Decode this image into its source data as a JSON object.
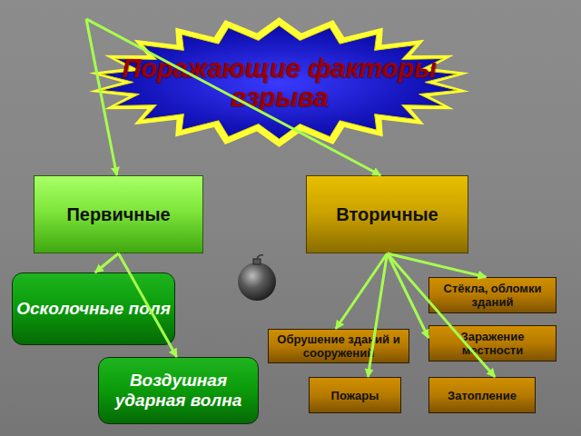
{
  "diagram": {
    "nodes": [
      {
        "text": [
          "Поражающие факторы взрыва"
        ]
      },
      {
        "text": [
          "Первичные"
        ]
      },
      {
        "text": [
          "Вторичные"
        ]
      },
      {
        "text": [
          "Осколочные поля"
        ]
      },
      {
        "text": [
          "Стёкла, обломки зданий"
        ]
      },
      {
        "text": [
          "Воздушная ударная волна"
        ]
      },
      {
        "text": [
          "Обрушение зданий и сооружений"
        ]
      },
      {
        "text": [
          "Заражение местности"
        ]
      },
      {
        "text": [
          "Пожары"
        ]
      },
      {
        "text": [
          "Затопление"
        ]
      }
    ],
    "edges": [
      {
        "from": 0,
        "to": 1,
        "arrow": "to"
      },
      {
        "from": 0,
        "to": 2,
        "arrow": "to"
      },
      {
        "from": 1,
        "to": 3,
        "arrow": "to"
      },
      {
        "from": 1,
        "to": 5,
        "arrow": "to"
      },
      {
        "from": 2,
        "to": 4,
        "arrow": "to"
      },
      {
        "from": 2,
        "to": 6,
        "arrow": "to"
      },
      {
        "from": 2,
        "to": 7,
        "arrow": "to"
      },
      {
        "from": 2,
        "to": 8,
        "arrow": "to"
      },
      {
        "from": 2,
        "to": 9,
        "arrow": "to"
      }
    ]
  }
}
